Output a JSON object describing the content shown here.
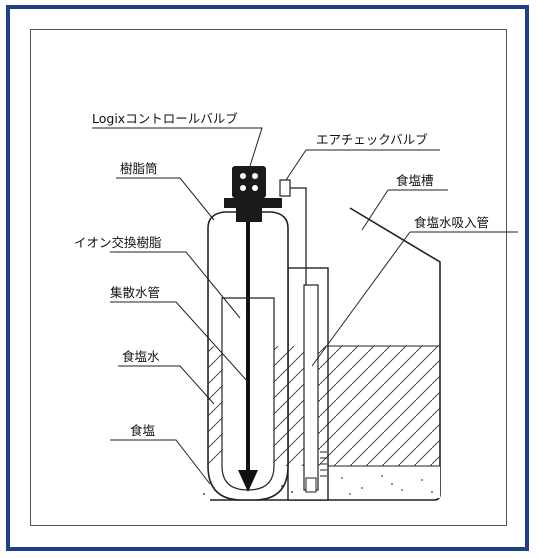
{
  "labels": {
    "control_valve": "Logixコントロールバルブ",
    "air_check_valve": "エアチェックバルブ",
    "resin_tank": "樹脂筒",
    "brine_tank": "食塩槽",
    "ion_exchange_resin": "イオン交換樹脂",
    "brine_suction_pipe": "食塩水吸入管",
    "distributor_pipe": "集散水管",
    "brine": "食塩水",
    "salt": "食塩"
  },
  "colors": {
    "frame": "#1f3f88",
    "line": "#222222"
  }
}
